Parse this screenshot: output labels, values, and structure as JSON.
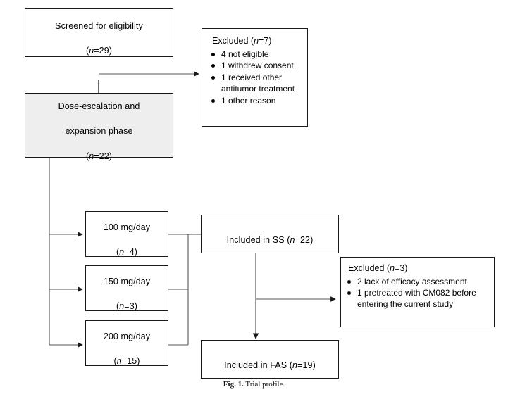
{
  "figure": {
    "caption_label": "Fig. 1.",
    "caption_text": "Trial profile.",
    "colors": {
      "stroke": "#1a1a1a",
      "shaded_fill": "#eeeeee",
      "box_fill": "#ffffff",
      "text": "#000000"
    }
  },
  "nodes": {
    "screened": {
      "line1": "Screened for eligibility",
      "line2_pre": "(",
      "line2_n": "n",
      "line2_post": "=29)"
    },
    "excluded_top": {
      "title_pre": "Excluded (",
      "title_n": "n",
      "title_post": "=7)",
      "items": [
        "4 not eligible",
        "1 withdrew consent",
        "1 received other antitumor treatment",
        "1 other reason"
      ]
    },
    "dose_phase": {
      "line1": "Dose-escalation and",
      "line2": "expansion phase",
      "line3_pre": "(",
      "line3_n": "n",
      "line3_post": "=22)"
    },
    "dose_100": {
      "line1": "100 mg/day",
      "line2_pre": "(",
      "line2_n": "n",
      "line2_post": "=4)"
    },
    "dose_150": {
      "line1": "150 mg/day",
      "line2_pre": "(",
      "line2_n": "n",
      "line2_post": "=3)"
    },
    "dose_200": {
      "line1": "200 mg/day",
      "line2_pre": "(",
      "line2_n": "n",
      "line2_post": "=15)"
    },
    "included_ss": {
      "text_pre": "Included in SS (",
      "text_n": "n",
      "text_post": "=22)"
    },
    "excluded_bottom": {
      "title_pre": "Excluded (",
      "title_n": "n",
      "title_post": "=3)",
      "items": [
        "2 lack of efficacy assessment",
        "1 pretreated with CM082 before entering the current study"
      ]
    },
    "included_fas": {
      "text_pre": "Included in FAS (",
      "text_n": "n",
      "text_post": "=19)"
    }
  }
}
